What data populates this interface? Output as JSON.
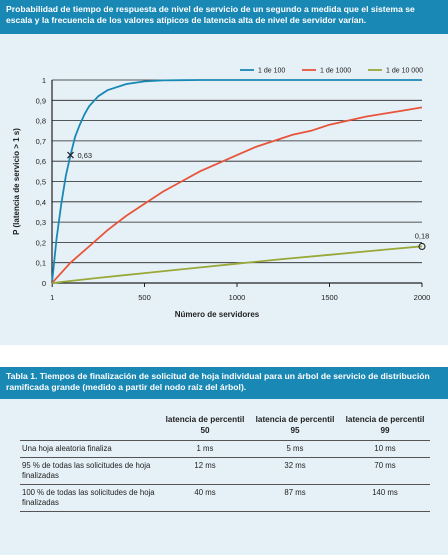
{
  "figure": {
    "title": "Probabilidad de tiempo de respuesta de nivel de servicio de un segundo a medida que el sistema se escala y la frecuencia de los valores atípicos de latencia alta de nivel de servidor varían."
  },
  "chart_data": {
    "type": "line",
    "xlabel": "Número de servidores",
    "ylabel": "P (latencia de servicio > 1 s)",
    "xlim": [
      0,
      2000
    ],
    "ylim": [
      0,
      1
    ],
    "x_ticks": [
      "1",
      "500",
      "1000",
      "1500",
      "2000"
    ],
    "y_ticks": [
      "0",
      "0,1",
      "0,2",
      "0,3",
      "0,4",
      "0,5",
      "0,6",
      "0,7",
      "0,8",
      "0,9",
      "1"
    ],
    "grid": "horizontal",
    "legend_position": "top-right",
    "series": [
      {
        "name": "1 de 100",
        "color": "#1a88b4",
        "x": [
          1,
          25,
          50,
          75,
          100,
          125,
          150,
          175,
          200,
          250,
          300,
          400,
          500,
          600,
          700,
          800,
          1000,
          1500,
          2000
        ],
        "y": [
          0.01,
          0.22,
          0.39,
          0.53,
          0.63,
          0.72,
          0.78,
          0.83,
          0.87,
          0.92,
          0.95,
          0.98,
          0.993,
          0.998,
          0.999,
          1.0,
          1.0,
          1.0,
          1.0
        ]
      },
      {
        "name": "1 de 1000",
        "color": "#e8543a",
        "x": [
          1,
          50,
          100,
          200,
          300,
          400,
          500,
          600,
          700,
          800,
          900,
          1000,
          1100,
          1200,
          1300,
          1400,
          1500,
          1600,
          1700,
          1800,
          1900,
          2000
        ],
        "y": [
          0.001,
          0.05,
          0.1,
          0.18,
          0.26,
          0.33,
          0.39,
          0.45,
          0.5,
          0.55,
          0.59,
          0.63,
          0.67,
          0.7,
          0.73,
          0.75,
          0.78,
          0.8,
          0.82,
          0.835,
          0.85,
          0.865
        ]
      },
      {
        "name": "1 de 10 000",
        "color": "#9aa83a",
        "x": [
          1,
          250,
          500,
          750,
          1000,
          1250,
          1500,
          1750,
          2000
        ],
        "y": [
          0.0001,
          0.025,
          0.049,
          0.072,
          0.095,
          0.118,
          0.139,
          0.16,
          0.181
        ]
      }
    ],
    "annotations": [
      {
        "text": "0,63",
        "x": 100,
        "y": 0.63,
        "marker": "x",
        "series": "1 de 100"
      },
      {
        "text": "0,18",
        "x": 2000,
        "y": 0.18,
        "marker": "circle",
        "series": "1 de 10 000"
      }
    ]
  },
  "table": {
    "title": "Tabla 1. Tiempos de finalización de solicitud de hoja individual para un árbol de servicio de distribución ramificada grande (medido a partir del nodo raíz del árbol).",
    "headers": [
      "",
      "latencia de percentil 50",
      "latencia de percentil 95",
      "latencia de percentil 99"
    ],
    "rows": [
      {
        "label": "Una hoja aleatoria finaliza",
        "values": [
          "1 ms",
          "5 ms",
          "10 ms"
        ]
      },
      {
        "label": "95 % de todas las solicitudes de hoja finalizadas",
        "values": [
          "12 ms",
          "32 ms",
          "70 ms"
        ]
      },
      {
        "label": "100 % de todas las solicitudes de hoja finalizadas",
        "values": [
          "40 ms",
          "87 ms",
          "140 ms"
        ]
      }
    ]
  }
}
